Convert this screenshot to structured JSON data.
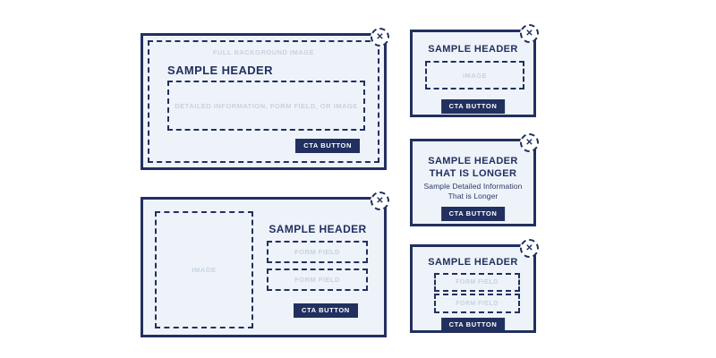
{
  "palette": {
    "navy": "#22305f",
    "modal_background": "#edf3f8",
    "placeholder_text": "#c7d3e2",
    "cta_text": "#ffffff",
    "page_background": "#ffffff"
  },
  "close_glyph": "✕",
  "modals": {
    "full_background": {
      "watermark": "FULL BACKGROUND IMAGE",
      "header": "SAMPLE HEADER",
      "content_placeholder": "DETAILED INFORMATION, FORM FIELD, OR IMAGE",
      "cta": "CTA BUTTON"
    },
    "image_left": {
      "header": "SAMPLE HEADER",
      "image_placeholder": "IMAGE",
      "fields": [
        "FORM FIELD",
        "FORM FIELD"
      ],
      "cta": "CTA BUTTON"
    },
    "image_top": {
      "header": "SAMPLE HEADER",
      "image_placeholder": "IMAGE",
      "cta": "CTA BUTTON"
    },
    "text_longer": {
      "header_line1": "SAMPLE HEADER",
      "header_line2": "THAT IS LONGER",
      "body_line1": "Sample Detailed Information",
      "body_line2": "That is Longer",
      "cta": "CTA BUTTON"
    },
    "form_fields": {
      "header": "SAMPLE HEADER",
      "fields": [
        "FORM FIELD",
        "FORM FIELD"
      ],
      "cta": "CTA BUTTON"
    }
  }
}
